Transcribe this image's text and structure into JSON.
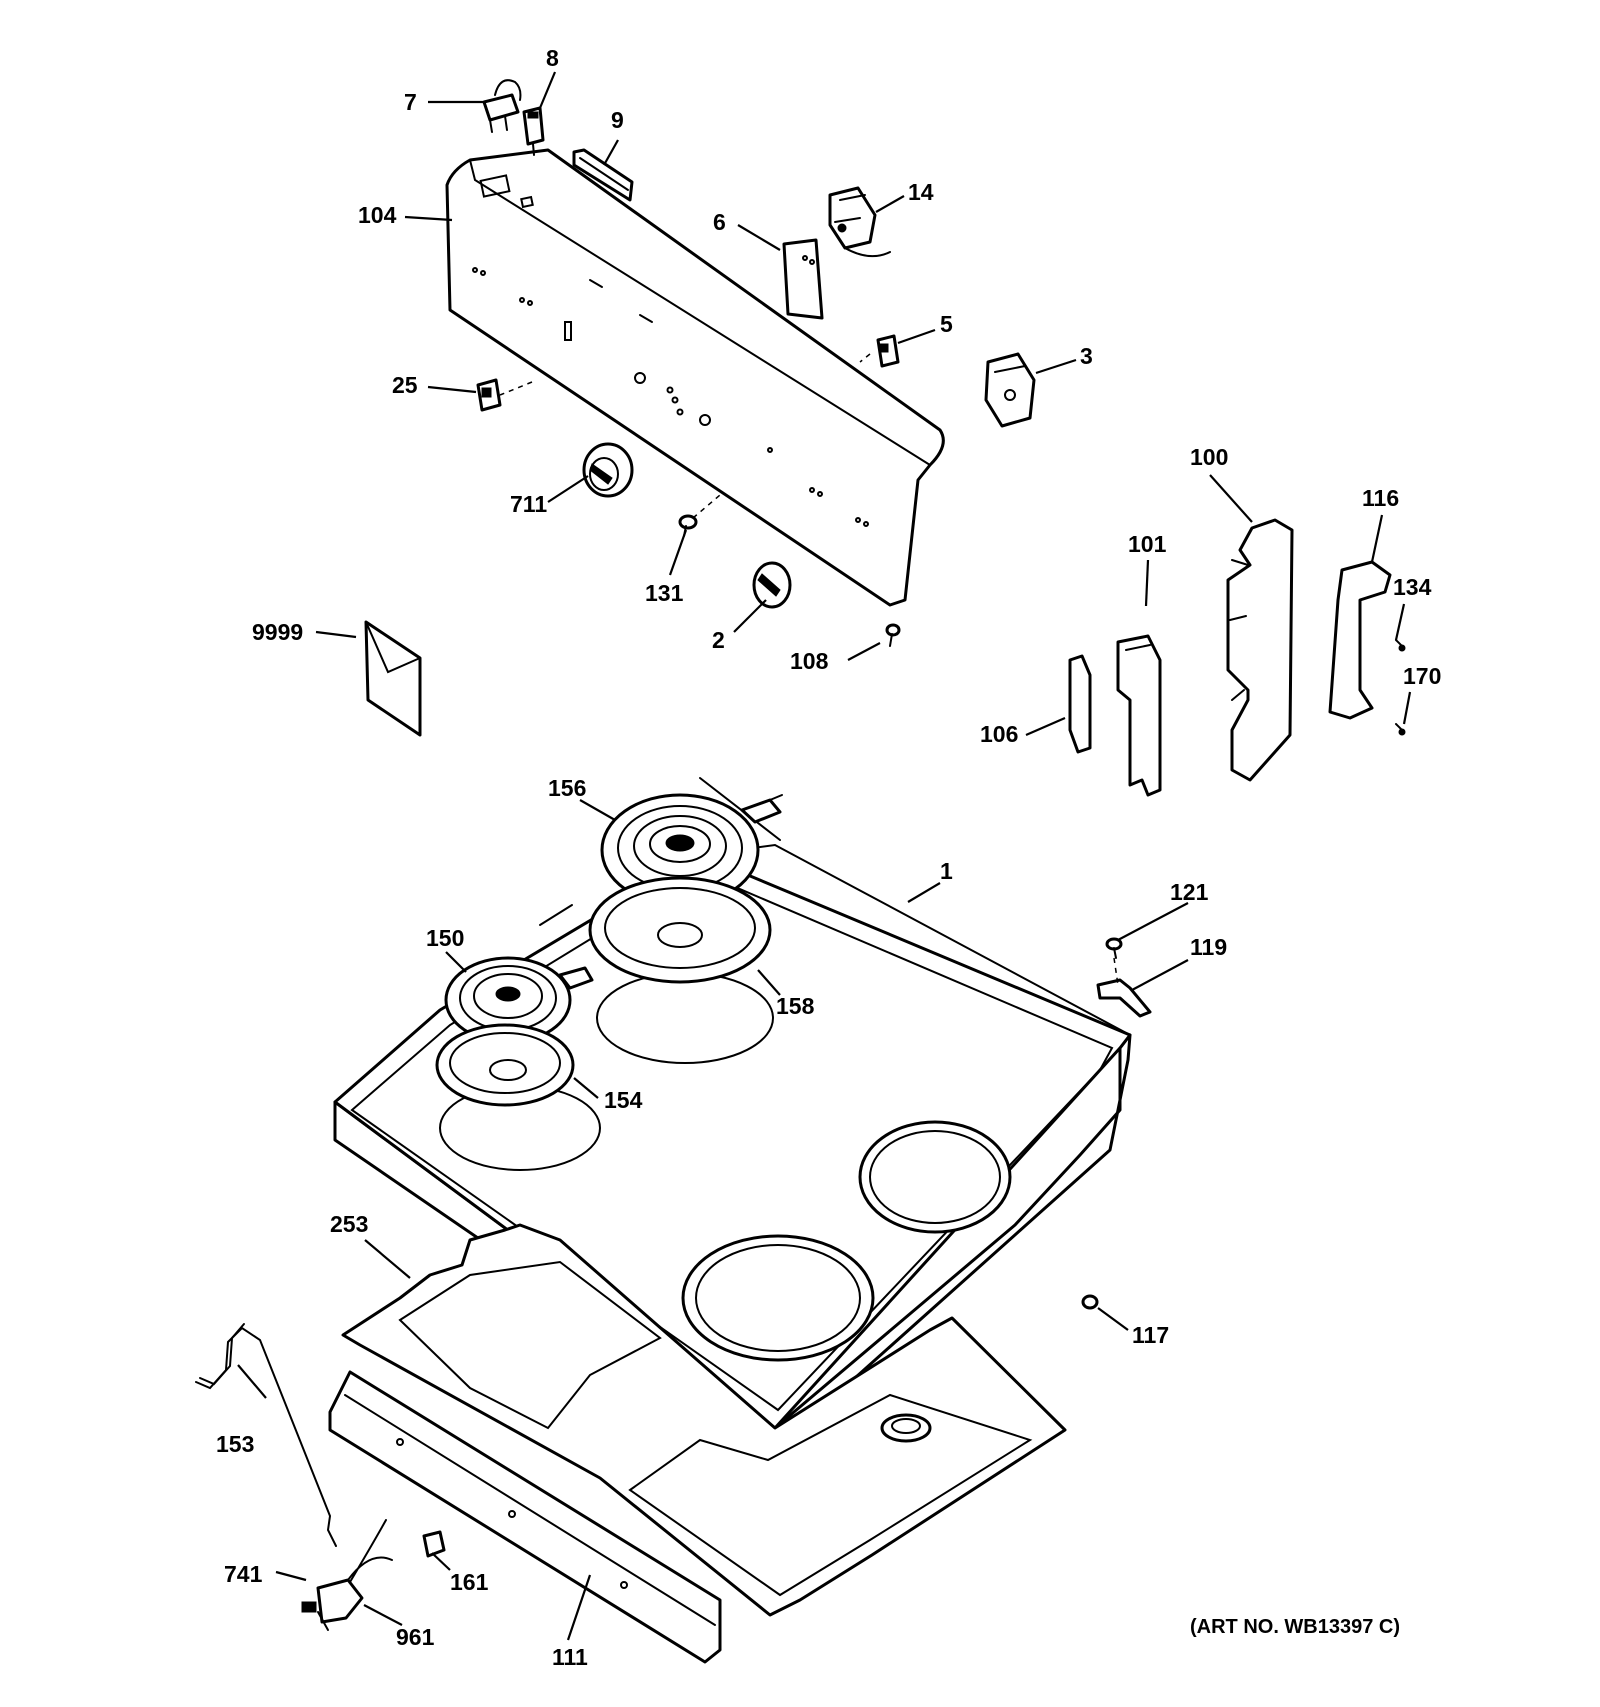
{
  "diagram": {
    "callouts": {
      "c7": "7",
      "c8": "8",
      "c9": "9",
      "c14": "14",
      "c104": "104",
      "c6": "6",
      "c5": "5",
      "c3": "3",
      "c25": "25",
      "c100": "100",
      "c116": "116",
      "c711": "711",
      "c101": "101",
      "c134": "134",
      "c131": "131",
      "c2": "2",
      "c9999": "9999",
      "c108": "108",
      "c170": "170",
      "c106": "106",
      "c156": "156",
      "c1": "1",
      "c121": "121",
      "c150": "150",
      "c119": "119",
      "c158": "158",
      "c154": "154",
      "c253": "253",
      "c117": "117",
      "c153": "153",
      "c741": "741",
      "c161": "161",
      "c961": "961",
      "c111": "111"
    },
    "art_number": "(ART NO. WB13397 C)"
  }
}
